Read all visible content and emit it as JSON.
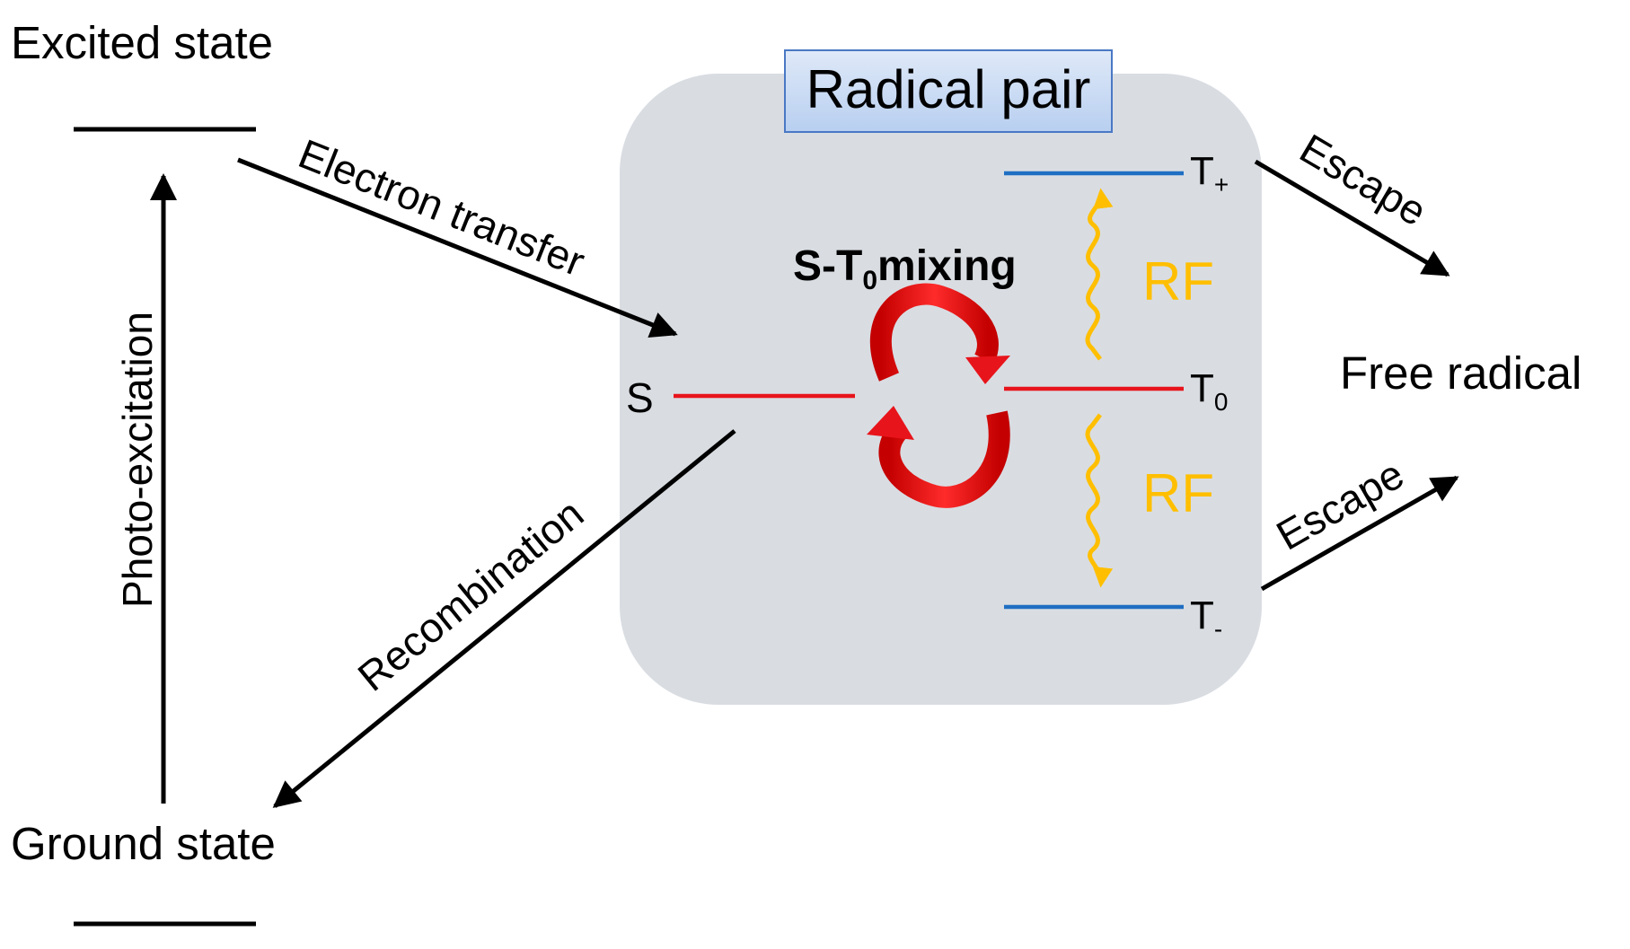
{
  "labels": {
    "excited_state": "Excited state",
    "ground_state": "Ground state",
    "photo_excitation": "Photo-excitation",
    "electron_transfer": "Electron transfer",
    "recombination": "Recombination",
    "radical_pair": "Radical pair",
    "mixing_prefix": "S-T",
    "mixing_sub": "0",
    "mixing_suffix": "mixing",
    "s_level": "S",
    "t_plus_main": "T",
    "t_plus_sub": "+",
    "t_zero_main": "T",
    "t_zero_sub": "0",
    "t_minus_main": "T",
    "t_minus_sub": "-",
    "rf_upper": "RF",
    "rf_lower": "RF",
    "escape_upper": "Escape",
    "escape_lower": "Escape",
    "free_radical": "Free radical"
  },
  "colors": {
    "singlet_level": "#e8141b",
    "triplet_outer_levels": "#1f6fc2",
    "rf_wave": "#ffbf00",
    "mixing_arrows": "#e8141b",
    "radical_pair_box": "#d9dde2",
    "title_box_fill": "#c9daf4",
    "title_box_border": "#4a78c4",
    "arrows": "#000000"
  },
  "icons": {
    "mixing": "circular-exchange-arrows-icon",
    "rf": "wavy-arrow-icon"
  }
}
